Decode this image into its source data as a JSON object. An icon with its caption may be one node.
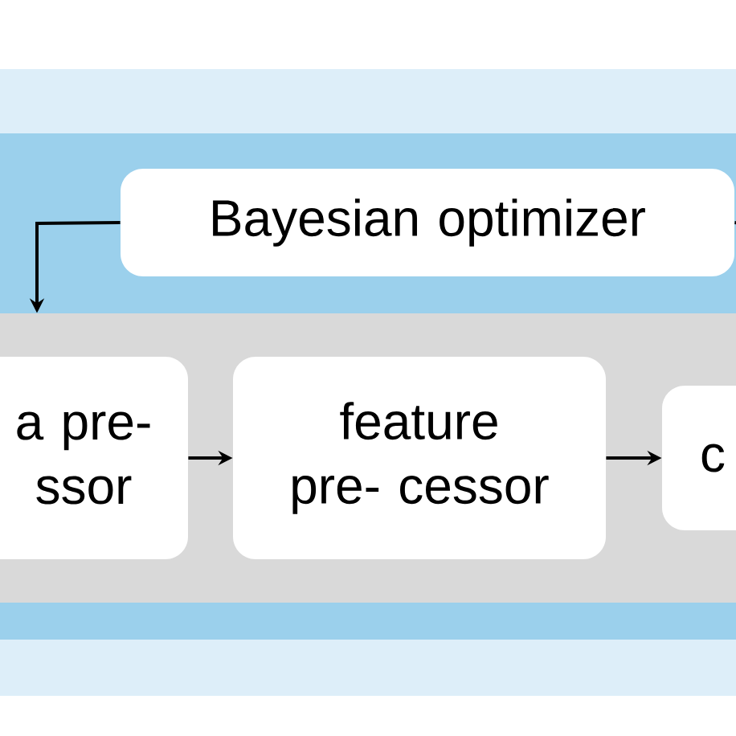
{
  "diagram": {
    "nodes": [
      {
        "text": [],
        "shape": "band"
      },
      {
        "text": [],
        "shape": "band",
        "in": 0
      },
      {
        "text": [],
        "shape": "band",
        "in": 1
      },
      {
        "text": [
          "Bayesian optimizer"
        ],
        "in": 1
      },
      {
        "text": [
          "a pre- ssor"
        ],
        "in": 2
      },
      {
        "text": [
          "feature pre- cessor"
        ],
        "in": 2
      },
      {
        "text": [
          "c"
        ],
        "in": 2
      }
    ],
    "edges": [
      {
        "from": 3,
        "to": 2,
        "arrow": "to"
      },
      {
        "from": 4,
        "to": 5,
        "arrow": "to"
      },
      {
        "from": 5,
        "to": 6,
        "arrow": "to"
      },
      {
        "from": 3,
        "to": null,
        "arrow": "none"
      }
    ]
  }
}
